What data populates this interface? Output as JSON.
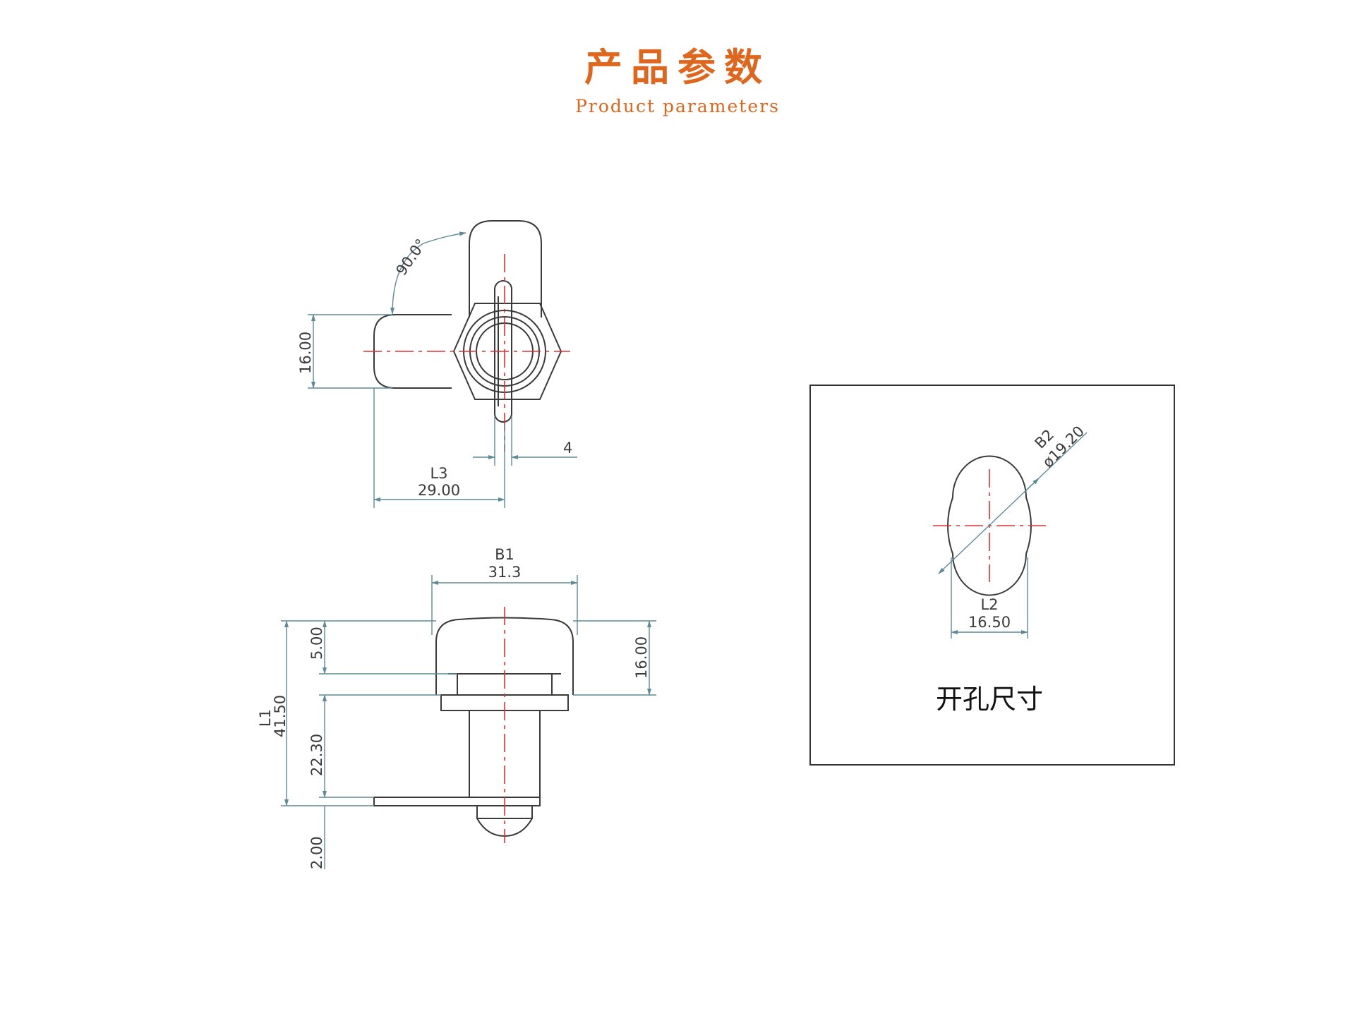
{
  "header": {
    "title_cn": "产品参数",
    "title_en": "Product parameters"
  },
  "top_view": {
    "angle": "90.0°",
    "height": "16.00",
    "tab_width": "4",
    "l3_label": "L3",
    "l3_value": "29.00"
  },
  "side_view": {
    "b1_label": "B1",
    "b1_value": "31.3",
    "l1_label": "L1",
    "l1_value": "41.50",
    "seg_top": "5.00",
    "seg_mid": "22.30",
    "seg_bottom": "2.00",
    "head_height": "16.00"
  },
  "cutout": {
    "b2_label": "B2",
    "b2_value": "ø19.20",
    "l2_label": "L2",
    "l2_value": "16.50",
    "caption": "开孔尺寸"
  },
  "colors": {
    "accent": "#e0661d",
    "centerline": "#e03030",
    "dimension": "#5f8a99",
    "outline": "#3a3a3a"
  }
}
